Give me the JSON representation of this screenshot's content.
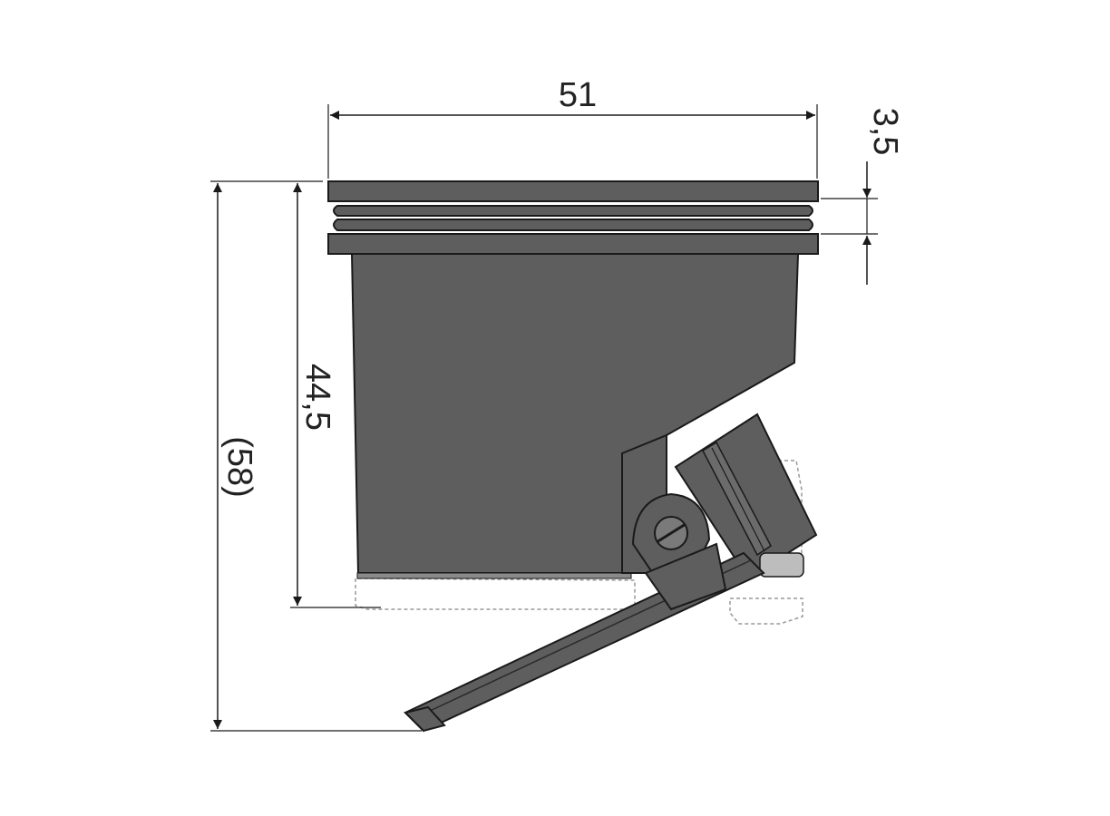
{
  "dimensions": {
    "top_width": "51",
    "flange_height": "3,5",
    "body_height": "44,5",
    "total_height": "(58)"
  },
  "colors": {
    "part_fill": "#5e5e5e",
    "part_stroke": "#1a1a1a",
    "dim_line": "#1a1a1a",
    "hidden_line": "#999999",
    "background": "#ffffff"
  }
}
